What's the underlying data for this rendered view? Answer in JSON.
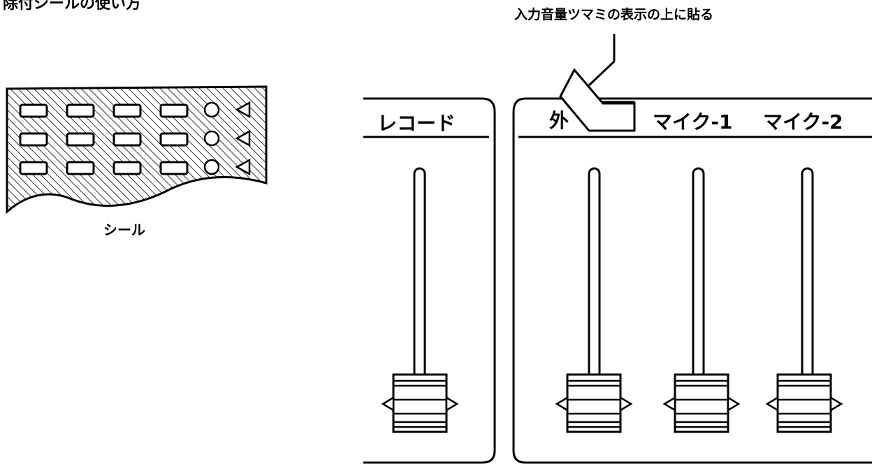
{
  "page": {
    "title_partial": "除付シールの使い方"
  },
  "seal": {
    "caption": "シール",
    "rows": 3,
    "rect_keys_per_row": 4,
    "indicators_per_row": [
      "circle",
      "triangle-left"
    ]
  },
  "callout": {
    "label": "入力音量ツマミの表示の上に貼る"
  },
  "panels": [
    {
      "name": "record-panel",
      "labels": [
        "レコード"
      ]
    },
    {
      "name": "input-panel",
      "labels": [
        "外",
        "マイク-1",
        "マイク-2"
      ]
    }
  ],
  "faders": [
    {
      "name": "record-fader",
      "channel": "レコード"
    },
    {
      "name": "external-fader",
      "channel": "外"
    },
    {
      "name": "mic1-fader",
      "channel": "マイク-1"
    },
    {
      "name": "mic2-fader",
      "channel": "マイク-2"
    }
  ]
}
